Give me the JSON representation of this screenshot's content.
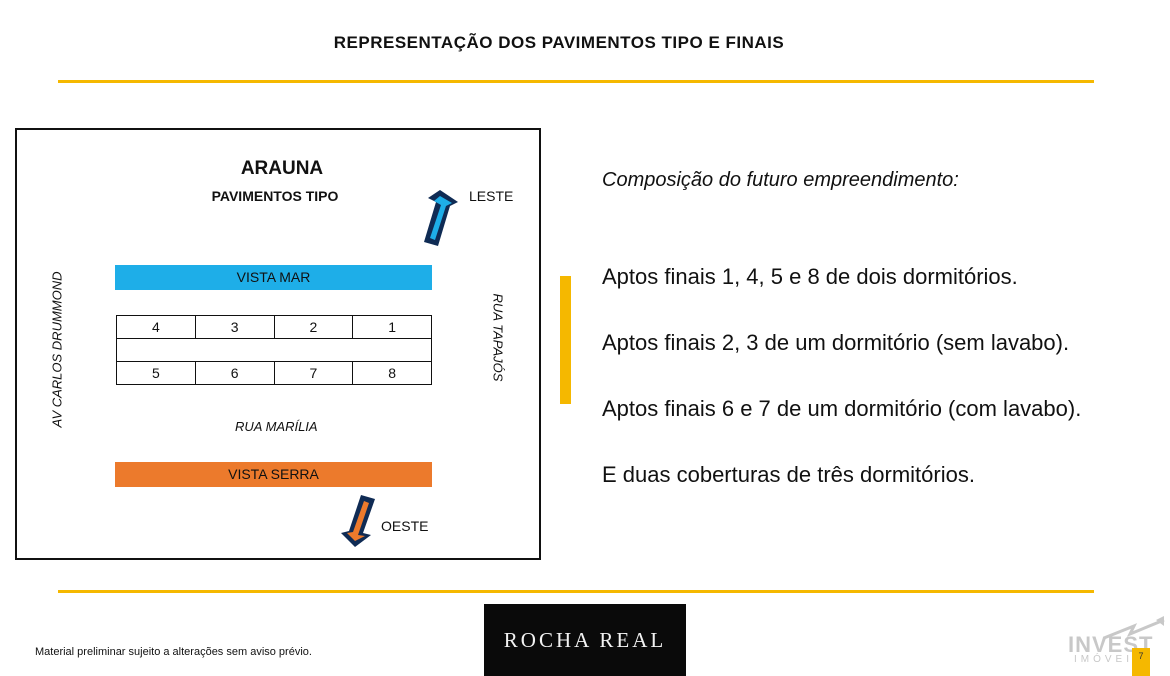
{
  "title": "REPRESENTAÇÃO DOS PAVIMENTOS TIPO E FINAIS",
  "map": {
    "name": "ARAUNA",
    "subtitle": "PAVIMENTOS TIPO",
    "vista_mar": "VISTA MAR",
    "vista_serra": "VISTA SERRA",
    "top_row": [
      "4",
      "3",
      "2",
      "1"
    ],
    "bottom_row": [
      "5",
      "6",
      "7",
      "8"
    ],
    "street_south": "RUA MARÍLIA",
    "street_west": "AV CARLOS DRUMMOND",
    "street_east": "RUA TAPAJÓS",
    "leste": "LESTE",
    "oeste": "OESTE"
  },
  "composition_title": "Composição do futuro empreendimento:",
  "composition_lines": [
    "Aptos finais 1, 4, 5 e 8 de dois dormitórios.",
    "Aptos finais 2, 3 de um dormitório (sem lavabo).",
    "Aptos finais 6 e 7 de um dormitório (com lavabo).",
    "E duas coberturas de três dormitórios."
  ],
  "footer_note": "Material preliminar sujeito a alterações sem aviso prévio.",
  "logo": "ROCHA REAL",
  "invest_logo": {
    "name": "INVEST",
    "sub": "IMÓVEIS"
  },
  "page_number": "7",
  "colors": {
    "accent": "#f5b800",
    "sea": "#1eaee8",
    "mountain": "#ec7a2c",
    "arrow_outline": "#0f2b54"
  }
}
